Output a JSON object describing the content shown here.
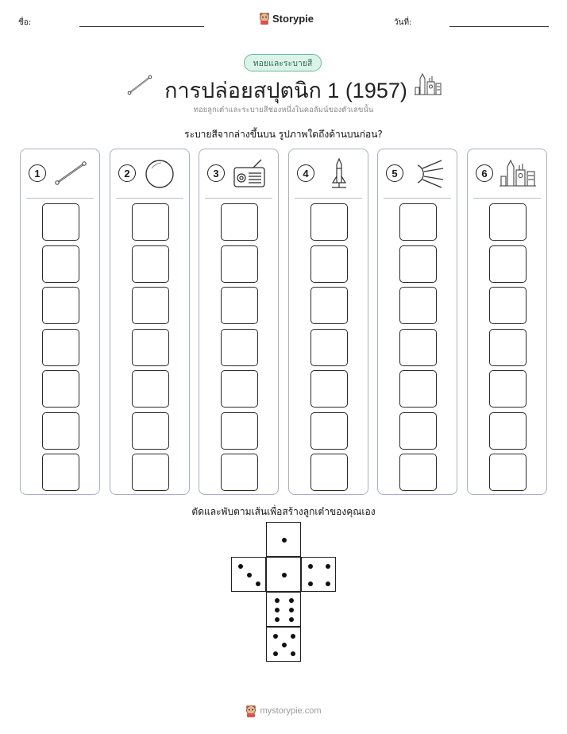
{
  "header": {
    "name_label": "ชื่อ:",
    "brand": "Storypie",
    "date_label": "วันที่:"
  },
  "badge": "ทอยและระบายสี",
  "title": "การปล่อยสปุตนิก 1 (1957)",
  "subtitle": "ทอยลูกเต๋าและระบายสีช่องหนึ่งในคอลัมน์ของตัวเลขนั้น",
  "question": "ระบายสีจากล่างขึ้นบน รูปภาพใดถึงด้านบนก่อน?",
  "columns": [
    {
      "number": "1",
      "icon": "antenna-rod-icon",
      "cells": 7
    },
    {
      "number": "2",
      "icon": "sphere-icon",
      "cells": 7
    },
    {
      "number": "3",
      "icon": "radio-icon",
      "cells": 7
    },
    {
      "number": "4",
      "icon": "rocket-icon",
      "cells": 7
    },
    {
      "number": "5",
      "icon": "sputnik-satellite-icon",
      "cells": 7
    },
    {
      "number": "6",
      "icon": "mission-control-scene-icon",
      "cells": 7
    }
  ],
  "dice": {
    "instruction": "ตัดและพับตามเส้นเพื่อสร้างลูกเต๋าของคุณเอง",
    "faces": [
      1,
      3,
      1,
      4,
      6,
      5
    ]
  },
  "footer": "mystorypie.com",
  "colors": {
    "badge_border": "#6bb89a",
    "badge_fill": "#dcf3ea",
    "column_border": "#a9afc6"
  }
}
